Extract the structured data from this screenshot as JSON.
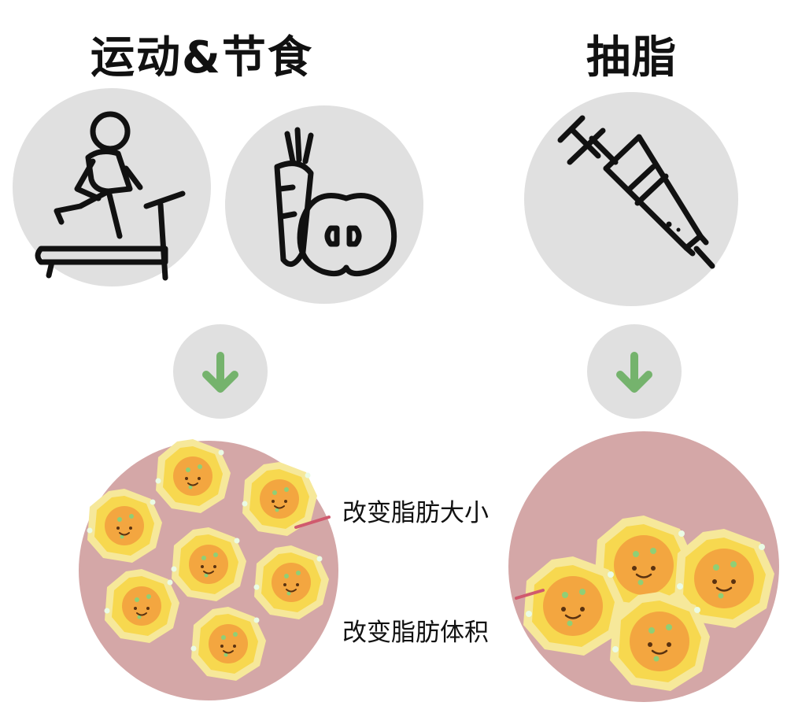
{
  "titles": {
    "left": "运动&节食",
    "right": "抽脂"
  },
  "labels": {
    "size_change": "改变脂肪大小",
    "volume_change": "改变脂肪体积"
  },
  "icons": {
    "exercise": "treadmill-runner-icon",
    "diet": "carrot-apple-icon",
    "liposuction": "syringe-icon",
    "arrow": "arrow-down-icon"
  },
  "colors": {
    "icon_circle": "#e0e0e0",
    "arrow_green": "#75b36d",
    "tissue": "#d4a7a7",
    "cell_outer": "#f6e37e",
    "cell_inner": "#f3a640",
    "leader_line": "#d05a6e"
  }
}
